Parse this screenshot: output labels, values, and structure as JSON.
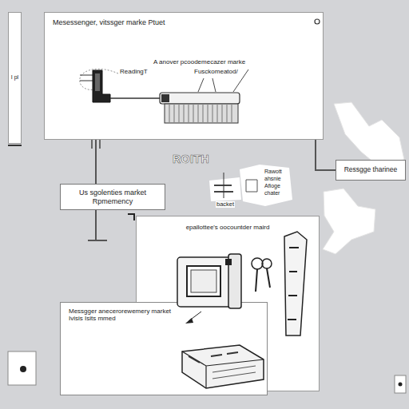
{
  "diagram": {
    "nodes": [
      {
        "text": [
          "Mesessenger, vitssger marke Ptuet"
        ]
      },
      {
        "text": [
          "I pl"
        ]
      },
      {
        "text": [
          "Us sgolenties market Rpmemency"
        ]
      },
      {
        "text": [
          "Ressgge tharinee"
        ]
      },
      {
        "text": [
          "epallottee's oocountder maird"
        ]
      },
      {
        "text": [
          "Messgger anecerorewemery market Ivisis Isits mmed"
        ]
      }
    ],
    "edges": [
      {
        "from": 0,
        "to": 2,
        "arrow": "none"
      },
      {
        "from": 0,
        "to": 3,
        "arrow": "none"
      }
    ],
    "labels": [
      "A anover pcoodemecazer marke",
      "ReadingT",
      "Fusckomeatod/",
      "ROITH",
      "Rawott",
      "ahsnie",
      "Afioge",
      "chater",
      "backet"
    ]
  }
}
